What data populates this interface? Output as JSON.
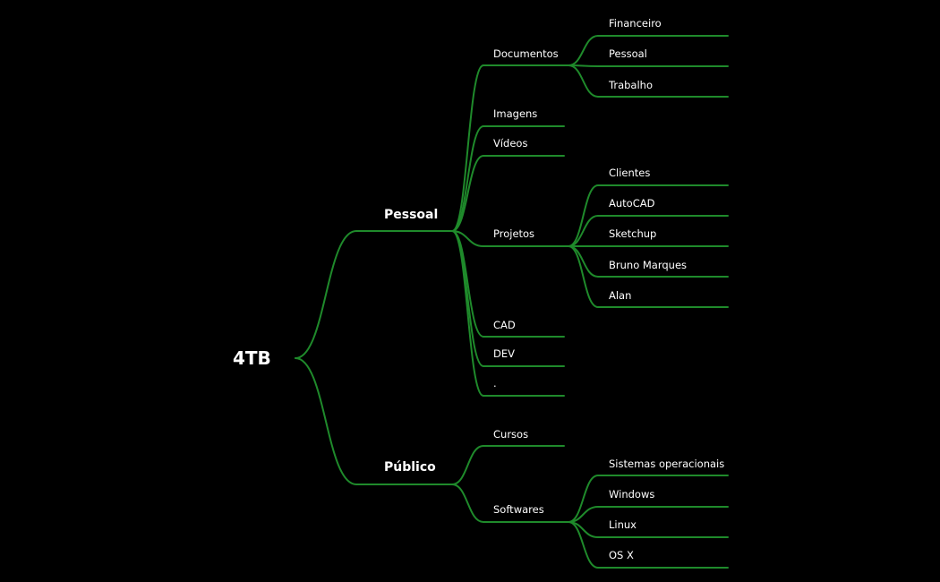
{
  "mindmap": {
    "colors": {
      "background": "#000000",
      "branch": "#1f8a2b",
      "text": "#ffffff"
    },
    "root": {
      "label": "4TB"
    },
    "branches": [
      {
        "label": "Pessoal",
        "children": [
          {
            "label": "Documentos",
            "children": [
              {
                "label": "Financeiro"
              },
              {
                "label": "Pessoal"
              },
              {
                "label": "Trabalho"
              }
            ]
          },
          {
            "label": "Imagens"
          },
          {
            "label": "Vídeos"
          },
          {
            "label": "Projetos",
            "children": [
              {
                "label": "Clientes"
              },
              {
                "label": "AutoCAD"
              },
              {
                "label": "Sketchup"
              },
              {
                "label": "Bruno Marques"
              },
              {
                "label": "Alan"
              }
            ]
          },
          {
            "label": "CAD"
          },
          {
            "label": "DEV"
          },
          {
            "label": "."
          }
        ]
      },
      {
        "label": "Público",
        "children": [
          {
            "label": "Cursos"
          },
          {
            "label": "Softwares",
            "children": [
              {
                "label": "Sistemas operacionais"
              },
              {
                "label": "Windows"
              },
              {
                "label": "Linux"
              },
              {
                "label": "OS X"
              }
            ]
          }
        ]
      }
    ]
  }
}
